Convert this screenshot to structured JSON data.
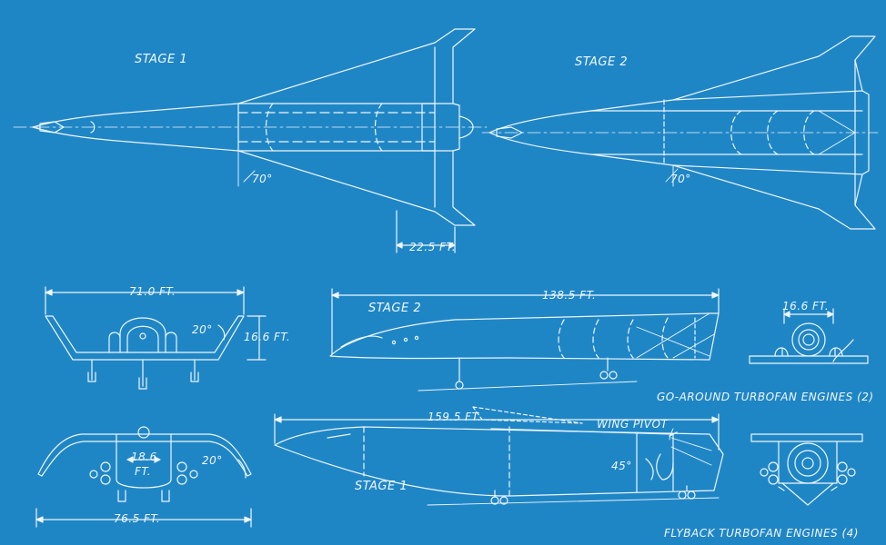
{
  "colors": {
    "paper": "#1f86c6",
    "ink": "#f2f8fc"
  },
  "labels": {
    "stage1_plan": "STAGE 1",
    "stage2_plan": "STAGE 2",
    "sweep_stage1": "70°",
    "sweep_stage2": "70°",
    "tip_chord": "22.5 FT.",
    "span_71": "71.0 FT.",
    "angle_20_top": "20°",
    "height_16_6": "16.6 FT.",
    "stage2_side": "STAGE 2",
    "length_138_5": "138.5 FT.",
    "engine_dia_16_6": "16.6 FT.",
    "go_around": "GO-AROUND TURBOFAN ENGINES (2)",
    "length_159_5": "159.5 FT.",
    "wing_pivot": "WING PIVOT",
    "angle_45": "45°",
    "stage1_side": "STAGE 1",
    "dim_18_6": "18.6",
    "dim_18_6_unit": "FT.",
    "angle_20_bottom": "20°",
    "span_76_5": "76.5 FT.",
    "flyback": "FLYBACK TURBOFAN ENGINES (4)"
  }
}
